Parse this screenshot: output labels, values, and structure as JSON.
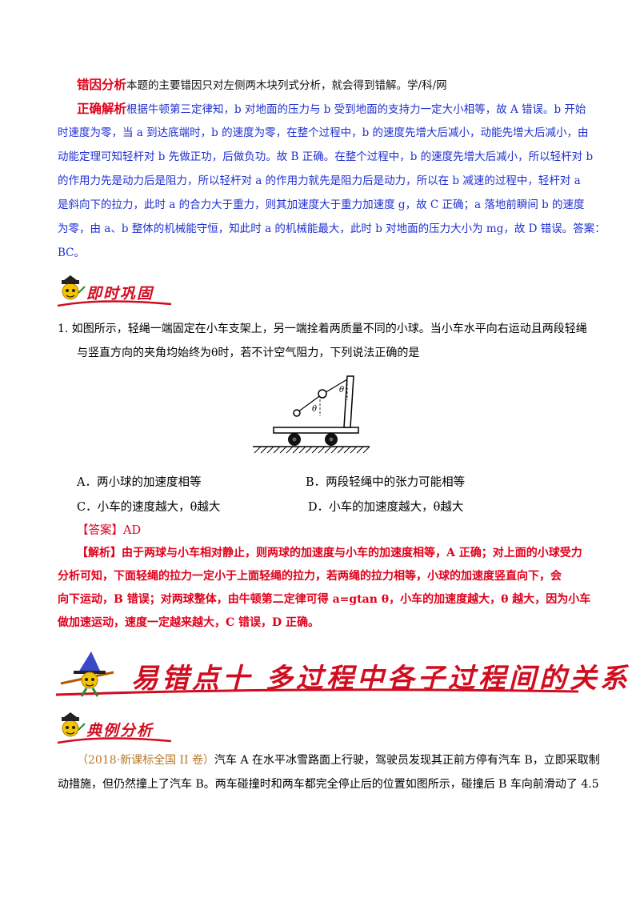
{
  "block1": {
    "error_tag": "错因分析",
    "error_text": "本题的主要错因只对左侧两木块列式分析，就会得到错解。学/科/网",
    "correct_tag": "正确解析",
    "lines": [
      "根据牛顿第三定律知，b 对地面的压力与 b 受到地面的支持力一定大小相等，故 A 错误。b 开始",
      "时速度为零，当 a 到达底端时，b 的速度为零，在整个过程中，b 的速度先增大后减小，动能先增大后减小，由",
      "动能定理可知轻杆对 b 先做正功，后做负功。故 B 正确。在整个过程中，b 的速度先增大后减小，所以轻杆对 b",
      "的作用力先是动力后是阻力，所以轻杆对 a 的作用力就先是阻力后是动力，所以在 b 减速的过程中，轻杆对 a",
      "是斜向下的拉力，此时 a 的合力大于重力，则其加速度大于重力加速度 g，故 C 正确；a 落地前瞬间 b 的速度",
      "为零，由 a、b 整体的机械能守恒，知此时 a 的机械能最大，此时 b 对地面的压力大小为 mg，故 D 错误。答案：",
      "BC。"
    ]
  },
  "section1": {
    "title": "即时巩固"
  },
  "question1": {
    "line1": "1. 如图所示，轻绳一端固定在小车支架上，另一端拴着两质量不同的小球。当小车水平向右运动且两段轻绳",
    "line2": "与竖直方向的夹角均始终为θ时，若不计空气阻力，下列说法正确的是",
    "figure_label_1": "θ",
    "figure_label_2": "θ",
    "options": {
      "a": "A．两小球的加速度相等",
      "b": "B．两段轻绳中的张力可能相等",
      "c": "C．小车的速度越大，θ越大",
      "d": "D．小车的加速度越大，θ越大"
    },
    "answer_tag": "【答案】",
    "answer_value": "AD",
    "analysis_tag": "【解析】",
    "analysis_lines": [
      "由于两球与小车相对静止，则两球的加速度与小车的加速度相等，A 正确；对上面的小球受力",
      "分析可知，下面轻绳的拉力一定小于上面轻绳的拉力，若两绳的拉力相等，小球的加速度竖直向下，会",
      "向下运动，B 错误；对两球整体，由牛顿第二定律可得 a=gtan θ，小车的加速度越大，θ 越大，因为小车",
      "做加速运动，速度一定越来越大，C 错误，D 正确。"
    ]
  },
  "banner": {
    "title": "易错点十  多过程中各子过程间的关系"
  },
  "section2": {
    "title": "典例分析"
  },
  "example": {
    "source": "（2018·新课标全国 II 卷）",
    "line1_rest": "汽车 A 在水平冰雪路面上行驶，驾驶员发现其正前方停有汽车 B，立即采取制",
    "line2": "动措施，但仍然撞上了汽车 B。两车碰撞时和两车都完全停止后的位置如图所示，碰撞后 B 车向前滑动了 4.5"
  }
}
